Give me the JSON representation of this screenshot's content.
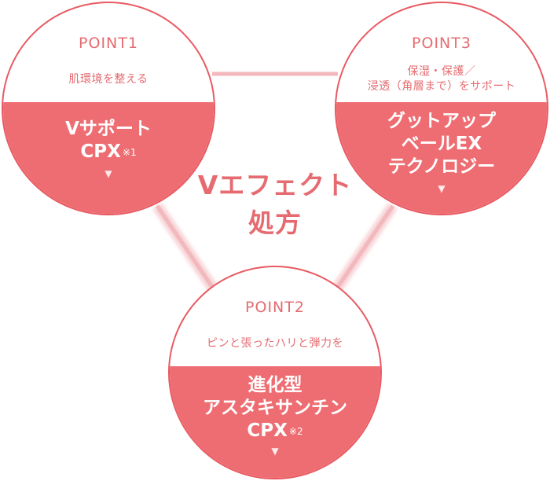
{
  "center_label": [
    "Vエフェクト",
    "処方"
  ],
  "points": [
    {
      "label": "POINT1",
      "subtitle": [
        "肌環境を整える"
      ],
      "main": [
        "Vサポート",
        "CPX"
      ],
      "footnote": "※1"
    },
    {
      "label": "POINT3",
      "subtitle": [
        "保湿・保護／",
        "浸透（角層まで）をサポート"
      ],
      "main": [
        "グットアップ",
        "ベールEX",
        "テクノロジー"
      ],
      "footnote": ""
    },
    {
      "label": "POINT2",
      "subtitle": [
        "ピンと張ったハリと弾力を"
      ],
      "main": [
        "進化型",
        "アスタキサンチン",
        "CPX"
      ],
      "footnote": "※2"
    }
  ],
  "arrow_glyph": "▼",
  "colors": {
    "accent": "#e56b70",
    "fill": "#ee6d72",
    "connector": "#f4c7cb"
  }
}
